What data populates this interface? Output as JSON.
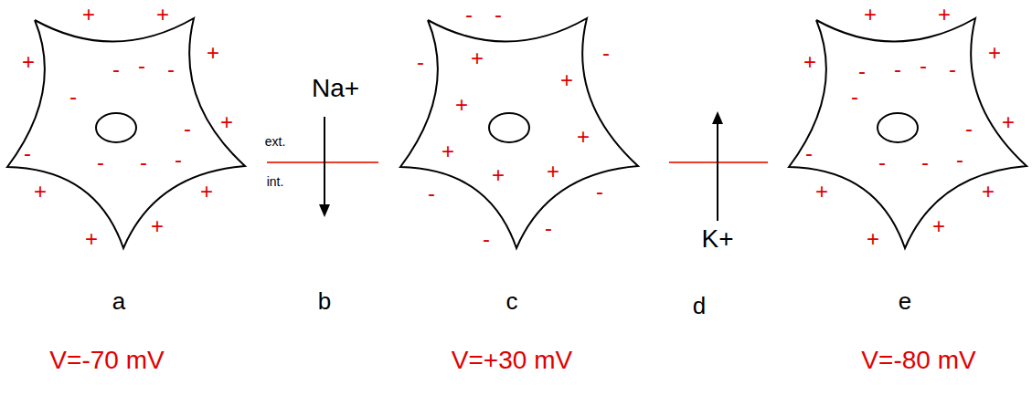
{
  "diagram": {
    "labels": [
      "+",
      "+",
      "+",
      "-",
      "-",
      "-",
      "+",
      "-",
      "-",
      "+",
      "-",
      "-",
      "-",
      "-",
      "+",
      "+",
      "+",
      "+",
      "Na+",
      "ext.",
      "int.",
      "-",
      "-",
      "-",
      "+",
      "-",
      "+",
      "+",
      "+",
      "+",
      "+",
      "+",
      "-",
      "-",
      "-",
      "-",
      "K+",
      "+",
      "+",
      "+",
      "+",
      "+",
      "+",
      "+",
      "+",
      "+",
      "-",
      "-",
      "-",
      "-",
      "-",
      "-",
      "-",
      "-",
      "-",
      "-",
      "a",
      "b",
      "c",
      "d",
      "e",
      "V=-70 mV",
      "V=+30 mV",
      "V=-80 mV"
    ]
  }
}
